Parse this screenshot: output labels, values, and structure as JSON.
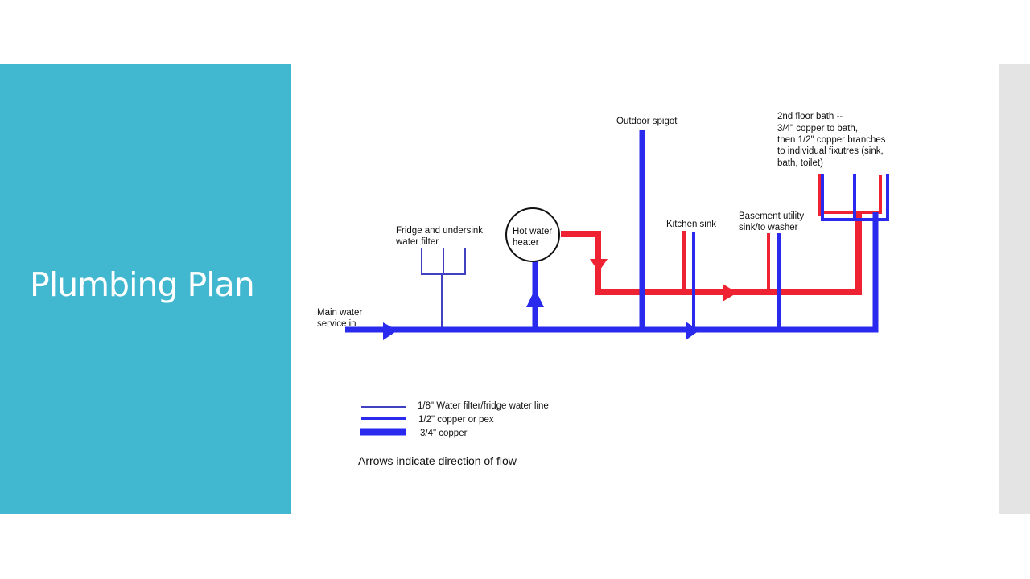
{
  "slide": {
    "title": "Plumbing Plan"
  },
  "colors": {
    "accent_panel": "#41b8d0",
    "right_strip": "#e4e4e4",
    "cold_line": "#2a2aee",
    "hot_line": "#ee2233",
    "filter_line": "#4040c0"
  },
  "diagram": {
    "labels": {
      "main_water": [
        "Main water",
        "service in"
      ],
      "fridge": [
        "Fridge and undersink",
        "water filter"
      ],
      "heater": [
        "Hot water",
        "heater"
      ],
      "spigot": [
        "Outdoor spigot"
      ],
      "kitchen": [
        "Kitchen sink"
      ],
      "basement": [
        "Basement utility",
        "sink/to washer"
      ],
      "bath": [
        "2nd floor bath --",
        "3/4\" copper to bath,",
        "then 1/2\" copper branches",
        "to individual fixutres (sink,",
        "bath, toilet)"
      ]
    },
    "legend": [
      {
        "label": "1/8\" Water filter/fridge water line"
      },
      {
        "label": "1/2\" copper or pex"
      },
      {
        "label": "3/4\" copper"
      }
    ],
    "note": "Arrows indicate direction of flow"
  }
}
